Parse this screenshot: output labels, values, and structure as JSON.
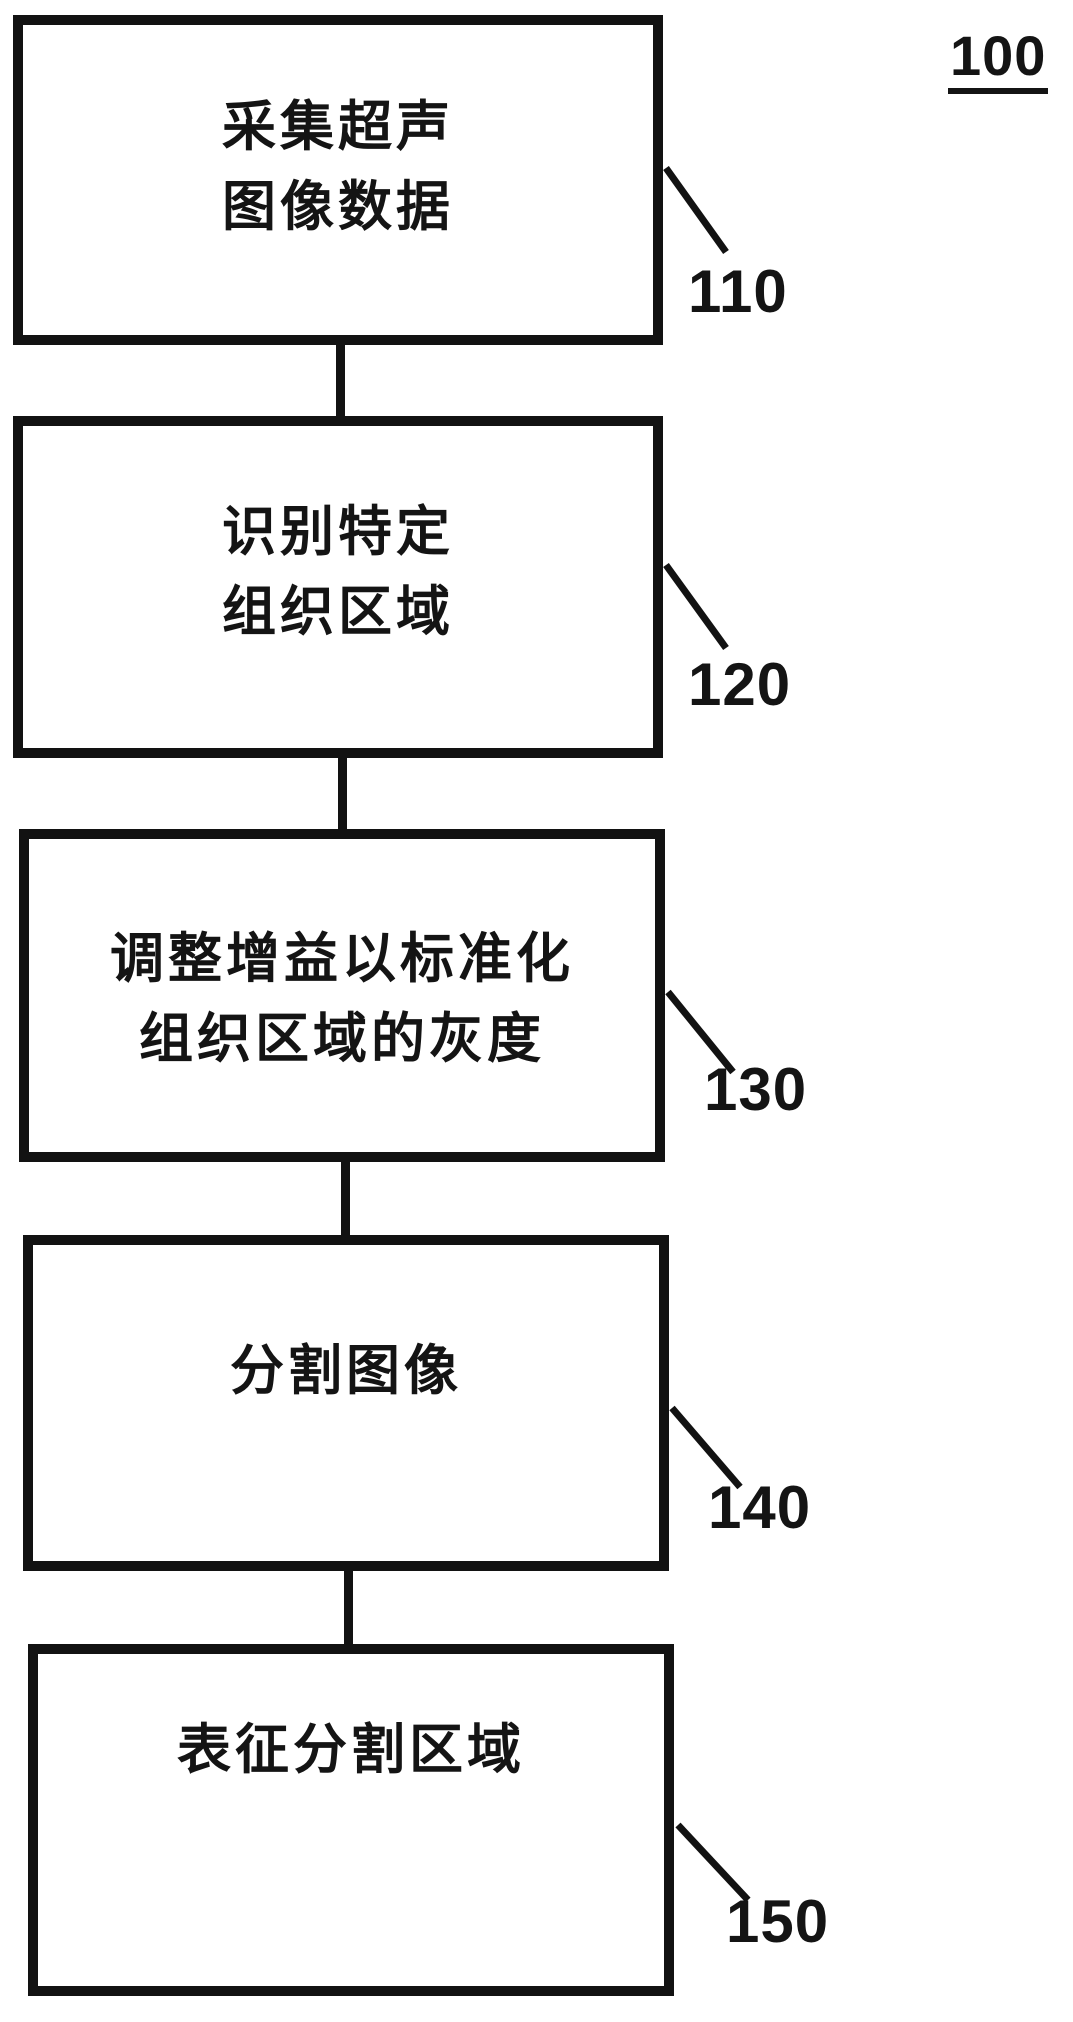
{
  "figure_label": "100",
  "steps": [
    {
      "id": "110",
      "lines": [
        "采集超声",
        "图像数据"
      ]
    },
    {
      "id": "120",
      "lines": [
        "识别特定",
        "组织区域"
      ]
    },
    {
      "id": "130",
      "lines": [
        "调整增益以标准化",
        "组织区域的灰度"
      ]
    },
    {
      "id": "140",
      "lines": [
        "分割图像"
      ]
    },
    {
      "id": "150",
      "lines": [
        "表征分割区域"
      ]
    }
  ]
}
